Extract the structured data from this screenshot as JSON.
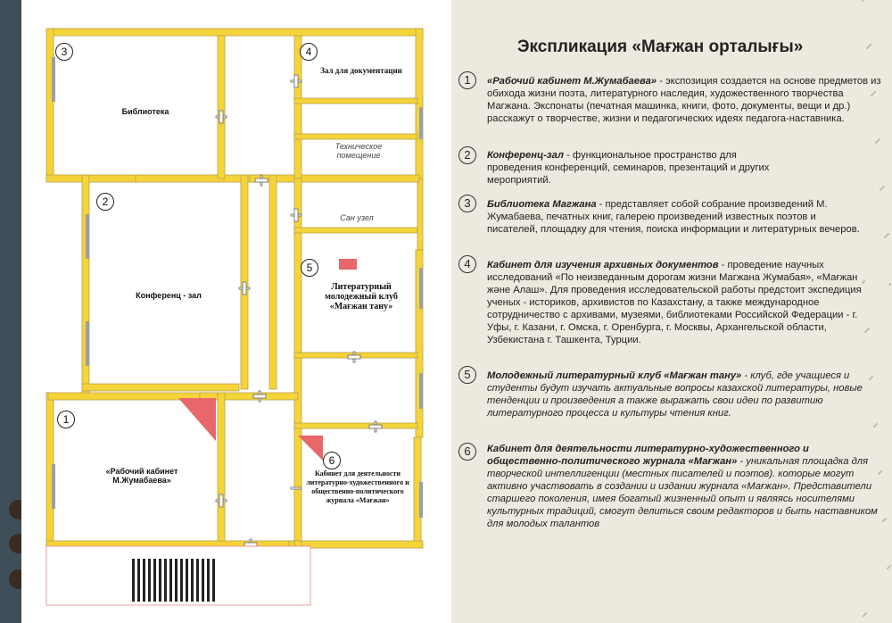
{
  "plan": {
    "rooms": [
      {
        "num": "3",
        "label": "Библиотека"
      },
      {
        "num": "4",
        "label": "Зал для документации"
      },
      {
        "num": "",
        "label": "Техническое помещение"
      },
      {
        "num": "2",
        "label": "Конференц - зал"
      },
      {
        "num": "",
        "label": "Сан узел"
      },
      {
        "num": "5",
        "label": "Литературный молодежный клуб «Мағжан тану»"
      },
      {
        "num": "1",
        "label": "«Рабочий кабинет М.Жумабаева»"
      },
      {
        "num": "6",
        "label": "Кабинет для деятельности литературно-художественного и общественно-политического журнала «Мағжан»"
      }
    ]
  },
  "explication": {
    "title": "Экспликация «Мағжан орталығы»",
    "items": [
      {
        "num": "1",
        "name": "«Рабочий кабинет М.Жумабаева»",
        "text": " - экспозиция создается на основе предметов из обихода жизни поэта, литературного наследия, художественного творчества Магжана. Экспонаты (печатная машинка, книги, фото, документы, вещи и др.) расскажут о творчестве, жизни и педагогических идеях педагога-наставника."
      },
      {
        "num": "2",
        "name": "Конференц-зал",
        "text": " - функциональное пространство для проведения конференций, семинаров, презентаций и других мероприятий."
      },
      {
        "num": "3",
        "name": "Библиотека Магжана",
        "text": " - представляет собой собрание произведений М. Жумабаева, печатных книг, галерею произведений известных поэтов и писателей, площадку для чтения, поиска информации и литературных вечеров."
      },
      {
        "num": "4",
        "name": "Кабинет для изучения архивных документов",
        "text": " - проведение научных исследований «По неизведанным дорогам жизни Магжана Жумабая», «Мағжан және Алаш». Для проведения исследовательской работы предстоит экспедиция ученых - историков, архивистов по Казахстану, а также международное сотрудничество с архивами, музеями, библиотеками Российской Федерации - г. Уфы, г. Казани, г. Омска, г. Оренбурга, г. Москвы, Архангельской области, Узбекистана г. Ташкента, Турции."
      },
      {
        "num": "5",
        "name": "Молодежный литературный клуб «Мағжан тану»",
        "text": " - клуб, где учащиеся и студенты будут изучать актуальные вопросы казахской литературы, новые тенденции и произведения а также выражать свои идеи по развитию литературного процесса и культуры чтения книг."
      },
      {
        "num": "6",
        "name": "Кабинет для деятельности литературно-художественного и общественно-политического журнала «Мағжан»",
        "text": " - уникальная площадка для творческой интеллигенции (местных писателей и поэтов). которые могут активно участвовать в создании и издании журнала «Мағжан». Представители старшего поколения, имея богатый жизненный опыт и являясь носителями культурных традиций, смогут делиться своим редакторов и быть наставником для молодых талантов"
      }
    ]
  },
  "colors": {
    "wall": "#f5d43a",
    "wall_edge": "#b9a04a",
    "wall_alt": "#9aa0a8",
    "accent": "#e8676a",
    "panel_bg": "#ede9de",
    "strip": "#3f4f59"
  }
}
